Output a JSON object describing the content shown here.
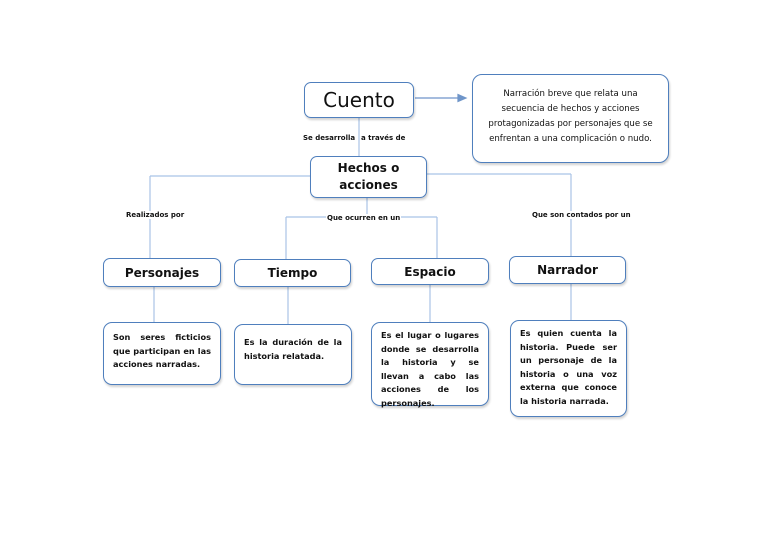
{
  "root": {
    "title": "Cuento"
  },
  "definition": "Narración breve que relata una secuencia de hechos y acciones protagonizadas por personajes que se enfrentan a una complicación o nudo.",
  "hub": {
    "title": "Hechos o acciones"
  },
  "labels": {
    "develops_left": "Se desarrolla",
    "develops_right": "a través de",
    "performed_by": "Realizados por",
    "occur_in": "Que ocurren en un",
    "told_by": "Que son contados por un"
  },
  "nodes": [
    {
      "title": "Personajes",
      "text": "Son seres ficticios que participan en las acciones narradas."
    },
    {
      "title": "Tiempo",
      "text": "Es la duración de la historia relatada."
    },
    {
      "title": "Espacio",
      "text": "Es el lugar o lugares donde se desarrolla la historia y se llevan a cabo las acciones de los personajes."
    },
    {
      "title": "Narrador",
      "text": "Es quien cuenta la historia. Puede ser un personaje de la historia o una voz externa que conoce la historia narrada."
    }
  ],
  "colors": {
    "line": "#a9c3e6",
    "border": "#4f7fbd"
  }
}
